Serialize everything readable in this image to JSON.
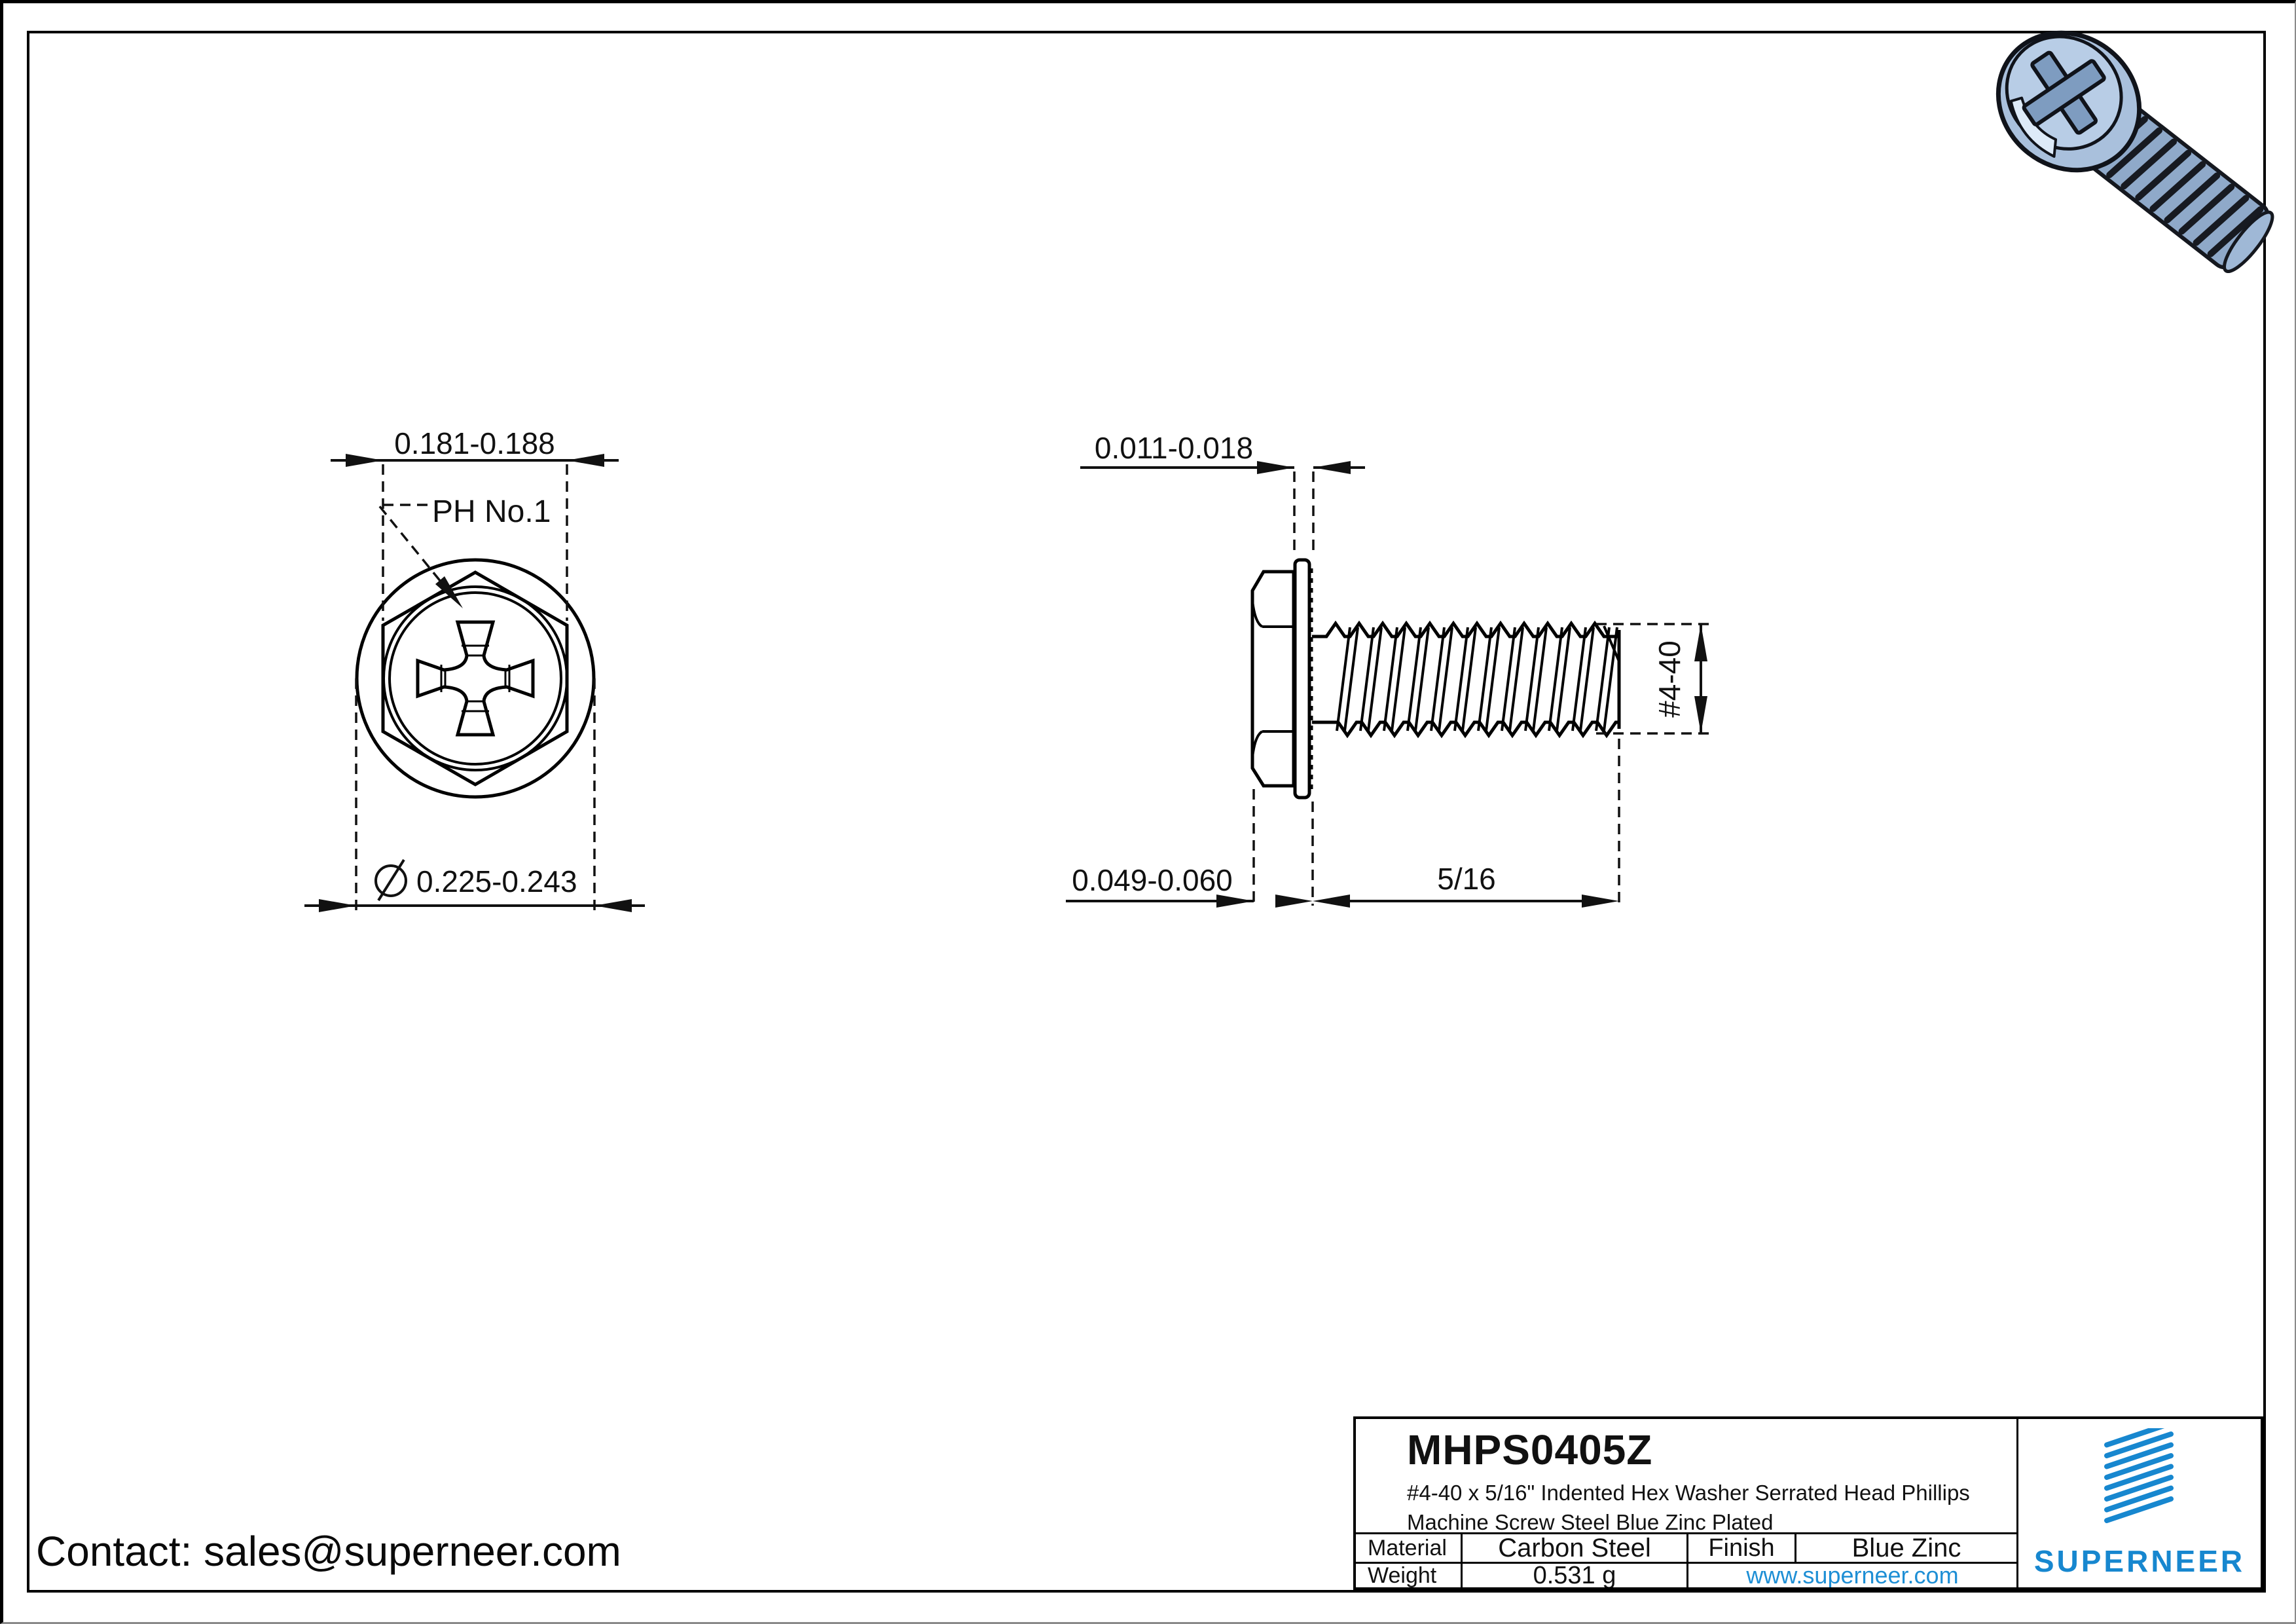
{
  "drawing": {
    "front_view": {
      "dim_hex_width": "0.181-0.188",
      "recess_label": "PH No.1",
      "dim_washer_diameter": "0.225-0.243"
    },
    "side_view": {
      "dim_washer_thickness": "0.011-0.018",
      "dim_head_height": "0.049-0.060",
      "dim_thread_length": "5/16",
      "dim_thread_size": "#4-40"
    }
  },
  "contact": {
    "label": "Contact: sales@superneer.com"
  },
  "title_block": {
    "part_number": "MHPS0405Z",
    "description": "#4-40 x 5/16\" Indented Hex Washer Serrated Head Phillips Machine Screw Steel Blue Zinc Plated",
    "material_label": "Material",
    "material_value": "Carbon Steel",
    "finish_label": "Finish",
    "finish_value": "Blue Zinc",
    "weight_label": "Weight",
    "weight_value": "0.531 g",
    "website": "www.superneer.com",
    "brand": "SUPERNEER"
  },
  "colors": {
    "brand_blue": "#1787cf",
    "link_blue": "#1e8fd5"
  }
}
